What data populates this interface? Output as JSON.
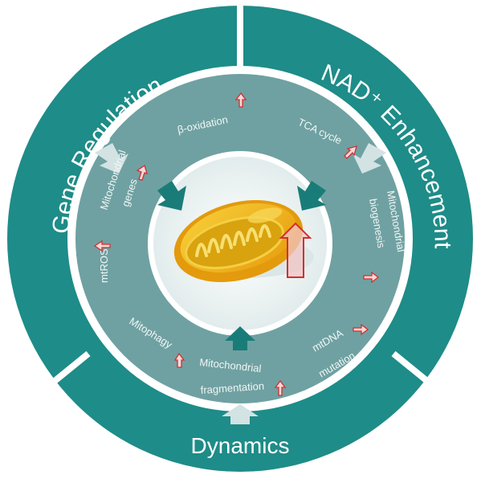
{
  "outer_ring": {
    "segments": [
      {
        "label": "Gene Regulation"
      },
      {
        "label": "NAD⁺ Enhancement"
      },
      {
        "label": "Dynamics"
      }
    ]
  },
  "inner_labels": {
    "beta_oxidation": "β-oxidation",
    "tca_cycle": "TCA cycle",
    "mito_genes_1": "Mitochondrial",
    "mito_genes_2": "genes",
    "mito_biogenesis_1": "Mitochondrial",
    "mito_biogenesis_2": "biogenesis",
    "mtros": "mtROS",
    "mitophagy": "Mitophagy",
    "mito_fragmentation_1": "Mitochondrial",
    "mito_fragmentation_2": "fragmentation",
    "mtdna_mutation_1": "mtDNA",
    "mtdna_mutation_2": "mutation"
  },
  "colors": {
    "outer_teal": "#1e8c88",
    "inner_grey_teal": "#6fa1a2",
    "center_fill": "#e3eeee",
    "arrow_dark": "#1a7c78",
    "arrow_light": "#d3e2e2",
    "up_arrow_outline": "#d32f2f",
    "mito_outer": "#f2b516",
    "mito_inner": "#d18e0f"
  }
}
